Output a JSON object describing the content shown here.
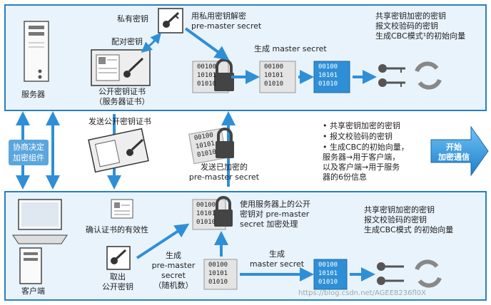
{
  "server": {
    "label": "服务器",
    "private_key": "私有密钥",
    "pair_key": "配对密钥",
    "decrypt": "用私用密钥解密\npre-master secret",
    "cert": "公开密钥证书\n（服务器证书）",
    "gen_master": "生成 master secret",
    "keys_desc": "共享密钥加密的密钥\n报文校验码的密钥\n生成CBC模式¹的初始向量"
  },
  "middle": {
    "negotiate": "协商决定\n加密组件",
    "send_cert": "发送公开密钥证书",
    "send_premaster": "发送已加密的\npre-master secret",
    "bullets": [
      "• 共享密钥加密的密钥",
      "• 报文校验码的密钥",
      "• 生成CBC的初始向量，\n   服务器→用于客户端，\n   以及客户端→用于服务\n   器的6份信息"
    ],
    "start": "开始\n加密通信"
  },
  "client": {
    "label": "客户端",
    "verify": "确认证书的有效性",
    "take_key": "取出\n公开密钥",
    "gen_premaster": "生成\npre-master\nsecret\n（随机数）",
    "encrypt": "使用服务器上的公开\n密钥对 pre-master\nsecret 加密处理",
    "gen_master": "生成\nmaster secret",
    "keys_desc": "共享密钥加密的密钥\n报文校验码的密钥\n生成CBC模式 的初始向量"
  },
  "binary": "00100\n10101\n01010",
  "watermark": "https://blog.csdn.net/AGEE8236fl0X",
  "colors": {
    "accent": "#2a7fc0",
    "panel": "#e9f3fb",
    "arrow": "#2f8fd6"
  }
}
